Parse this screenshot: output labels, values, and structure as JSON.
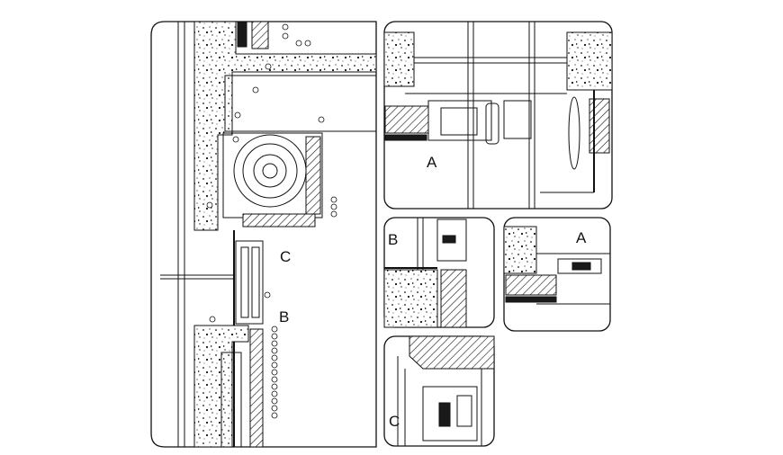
{
  "title": "",
  "labels": {
    "main_c": "C",
    "main_b": "B",
    "detail_a_top": "A",
    "detail_b": "B",
    "detail_a_small": "A",
    "detail_c": "C"
  },
  "colors": {
    "ink": "#111111",
    "paper": "#ffffff"
  }
}
